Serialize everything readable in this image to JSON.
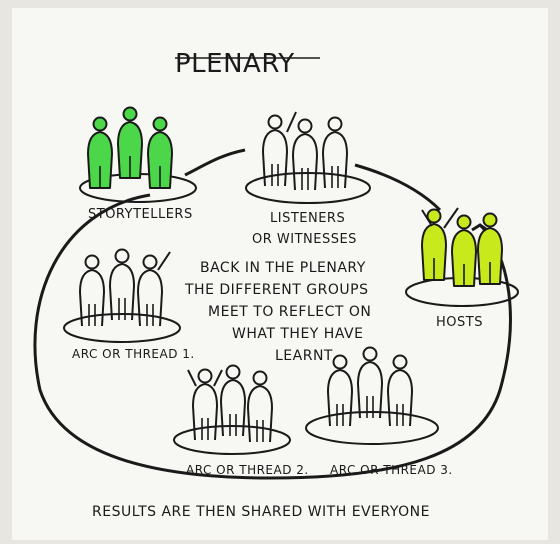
{
  "title": "PLENARY",
  "groups": {
    "storytellers": "STORYTELLERS",
    "listeners_line1": "LISTENERS",
    "listeners_line2": "OR WITNESSES",
    "hosts": "HOSTS",
    "arc1": "ARC OR THREAD 1.",
    "arc2": "ARC OR THREAD 2.",
    "arc3": "ARC OR THREAD 3."
  },
  "center_text": [
    "BACK IN THE PLENARY",
    "THE DIFFERENT GROUPS",
    "MEET TO REFLECT ON",
    "WHAT THEY HAVE",
    "LEARNT"
  ],
  "footer": "RESULTS ARE THEN SHARED WITH EVERYONE",
  "colors": {
    "paper": "#f7f7f3",
    "ink": "#1a1a1a",
    "storyteller_fill": "#4cd64a",
    "host_fill": "#c8ea1c"
  }
}
